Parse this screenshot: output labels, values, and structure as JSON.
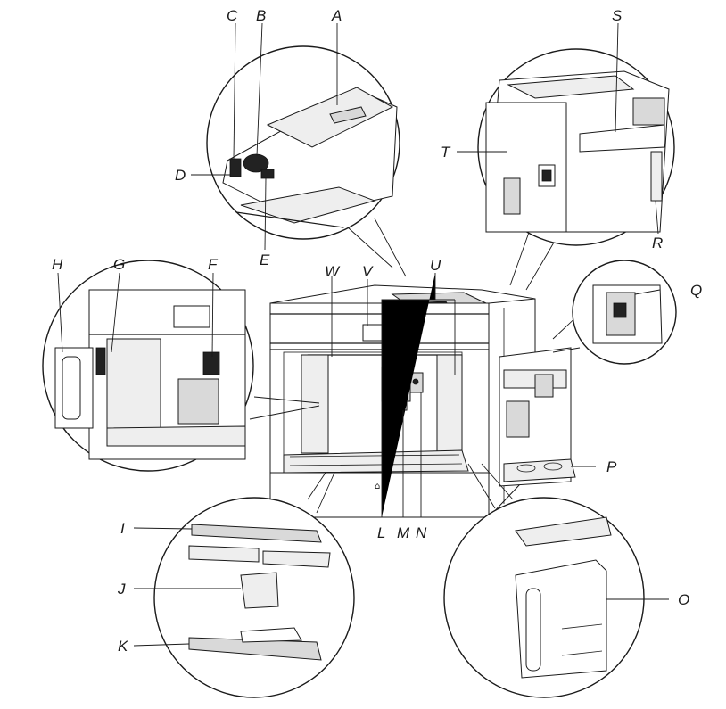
{
  "labels": {
    "A": "A",
    "B": "B",
    "C": "C",
    "D": "D",
    "E": "E",
    "F": "F",
    "G": "G",
    "H": "H",
    "I": "I",
    "J": "J",
    "K": "K",
    "L": "L",
    "M": "M",
    "N": "N",
    "O": "O",
    "P": "P",
    "Q": "Q",
    "R": "R",
    "S": "S",
    "T": "T",
    "U": "U",
    "V": "V",
    "W": "W"
  }
}
